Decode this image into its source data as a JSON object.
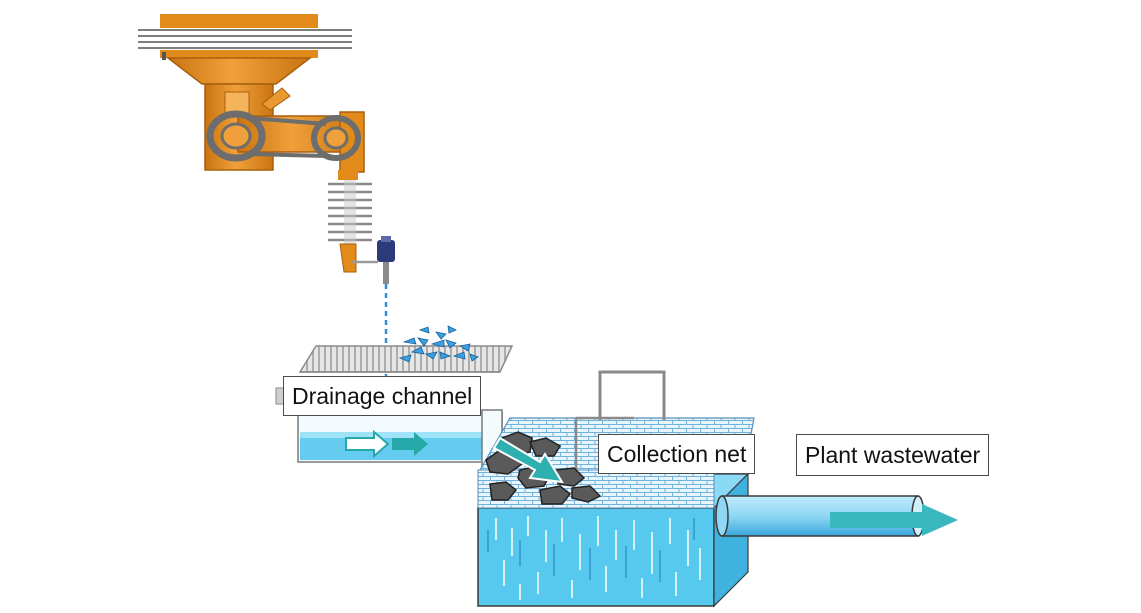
{
  "labels": {
    "drainage_channel": "Drainage channel",
    "collection_net": "Collection net",
    "plant_wastewater": "Plant wastewater"
  },
  "icons": {
    "machine": "robot-arm-icon",
    "nozzle": "valve-icon",
    "net": "collection-net-icon",
    "pipe": "outlet-pipe-icon"
  },
  "colors": {
    "machine_orange": "#e8901c",
    "machine_dark": "#b86a10",
    "water_blue": "#4cc3ec",
    "flow_arrow": "#26a8a8",
    "debris": "#5a5a5a"
  }
}
